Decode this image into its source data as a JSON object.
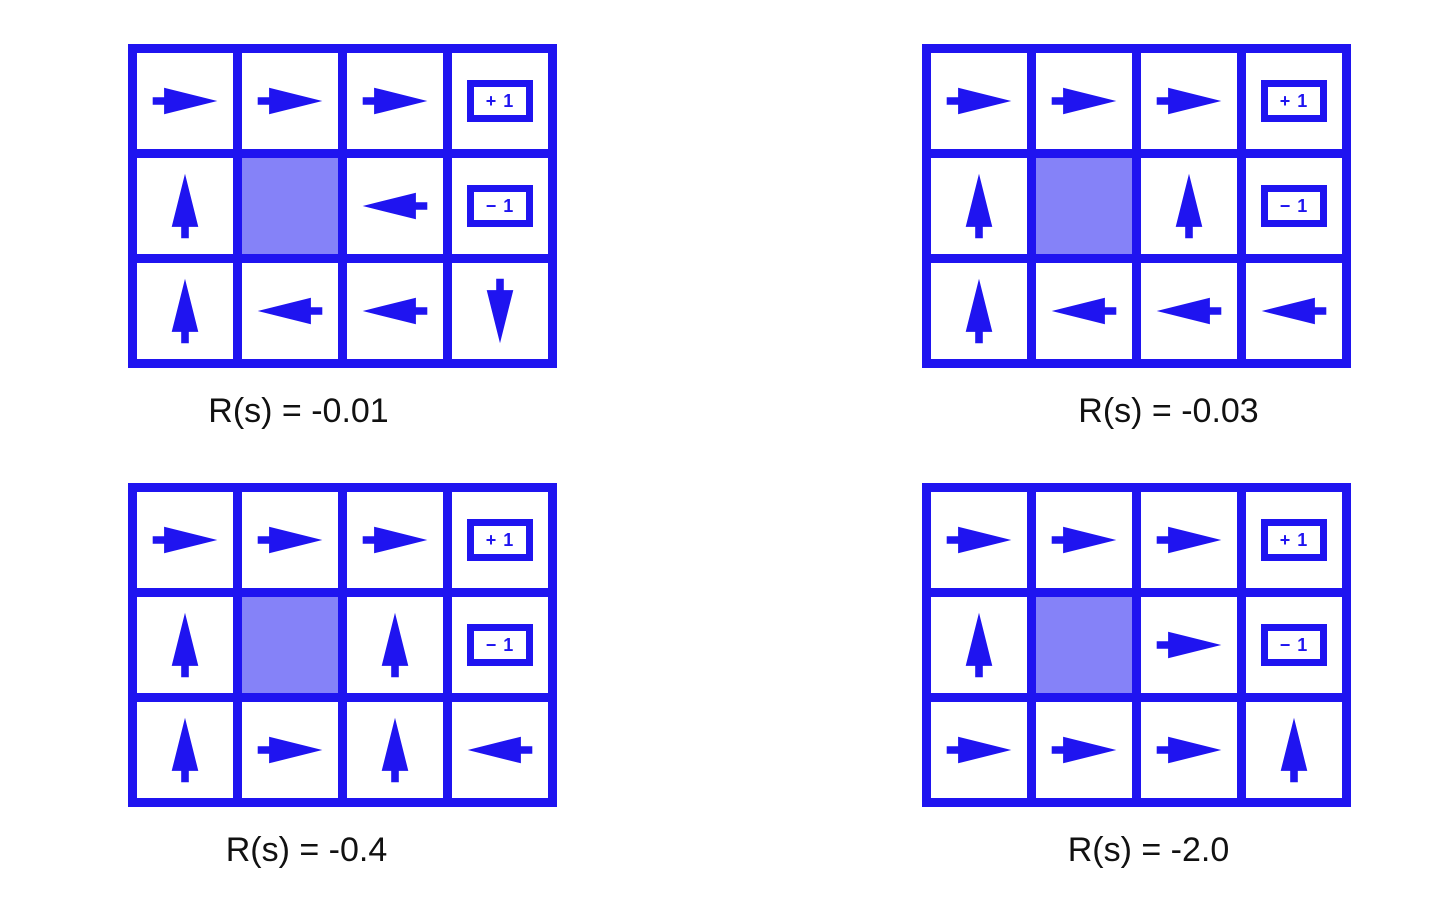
{
  "colors": {
    "arrow_blue": "#1f14f0",
    "wall_fill": "#8582f8",
    "label_black": "#111111",
    "background": "#ffffff"
  },
  "terminals": {
    "plus1": "+ 1",
    "minus1": "− 1"
  },
  "grids": [
    {
      "label": "R(s) = -0.01",
      "cells": [
        [
          "right",
          "right",
          "right",
          "plus1"
        ],
        [
          "up",
          "wall",
          "left",
          "minus1"
        ],
        [
          "up",
          "left",
          "left",
          "down"
        ]
      ]
    },
    {
      "label": "R(s) = -0.03",
      "cells": [
        [
          "right",
          "right",
          "right",
          "plus1"
        ],
        [
          "up",
          "wall",
          "up",
          "minus1"
        ],
        [
          "up",
          "left",
          "left",
          "left"
        ]
      ]
    },
    {
      "label": "R(s) = -0.4",
      "cells": [
        [
          "right",
          "right",
          "right",
          "plus1"
        ],
        [
          "up",
          "wall",
          "up",
          "minus1"
        ],
        [
          "up",
          "right",
          "up",
          "left"
        ]
      ]
    },
    {
      "label": "R(s) = -2.0",
      "cells": [
        [
          "right",
          "right",
          "right",
          "plus1"
        ],
        [
          "up",
          "wall",
          "right",
          "minus1"
        ],
        [
          "right",
          "right",
          "right",
          "up"
        ]
      ]
    }
  ]
}
